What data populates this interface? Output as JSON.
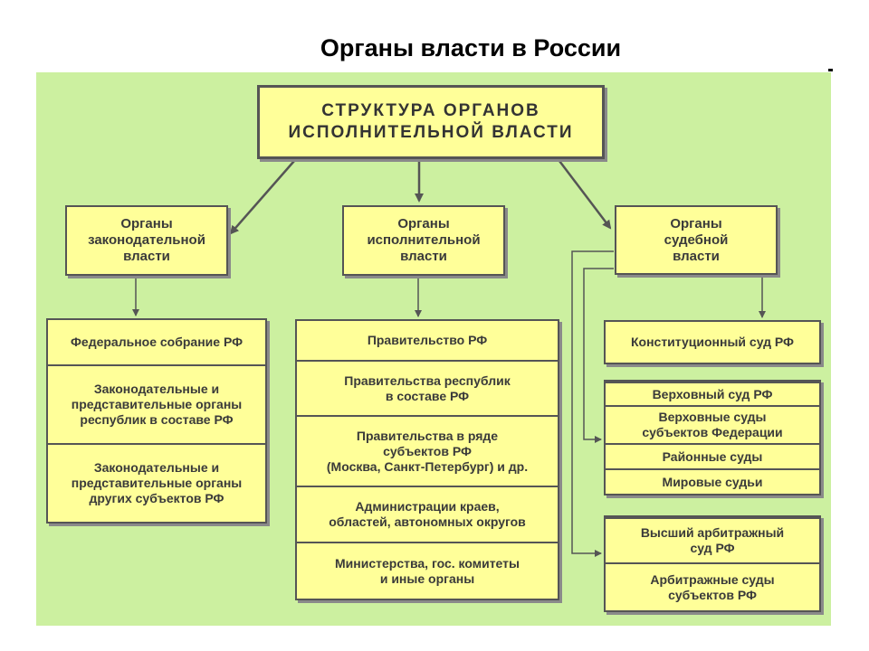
{
  "title": "Органы власти в России",
  "top_box": "СТРУКТУРА ОРГАНОВ\nИСПОЛНИТЕЛЬНОЙ ВЛАСТИ",
  "branches": {
    "legislative": "Органы\nзаконодательной\nвласти",
    "executive": "Органы\nисполнительной\nвласти",
    "judicial": "Органы\nсудебной\nвласти"
  },
  "legislative_items": [
    "Федеральное собрание РФ",
    "Законодательные и\nпредставительные органы\nреспублик в составе РФ",
    "Законодательные и\nпредставительные органы\nдругих субъектов РФ"
  ],
  "executive_items": [
    "Правительство РФ",
    "Правительства республик\nв составе РФ",
    "Правительства в ряде\nсубъектов РФ\n(Москва, Санкт-Петербург) и др.",
    "Администрации краев,\nобластей, автономных округов",
    "Министерства, гос. комитеты\nи иные органы"
  ],
  "judicial_constitutional": "Конституционный суд РФ",
  "judicial_general": [
    "Верховный суд РФ",
    "Верховные суды\nсубъектов Федерации",
    "Районные суды",
    "Мировые судьи"
  ],
  "judicial_arbitration": [
    "Высший арбитражный\nсуд РФ",
    "Арбитражные суды\nсубъектов РФ"
  ],
  "colors": {
    "background_panel": "#ccf0a0",
    "box_fill": "#ffff99",
    "border": "#555555",
    "text": "#3a3a3a"
  }
}
